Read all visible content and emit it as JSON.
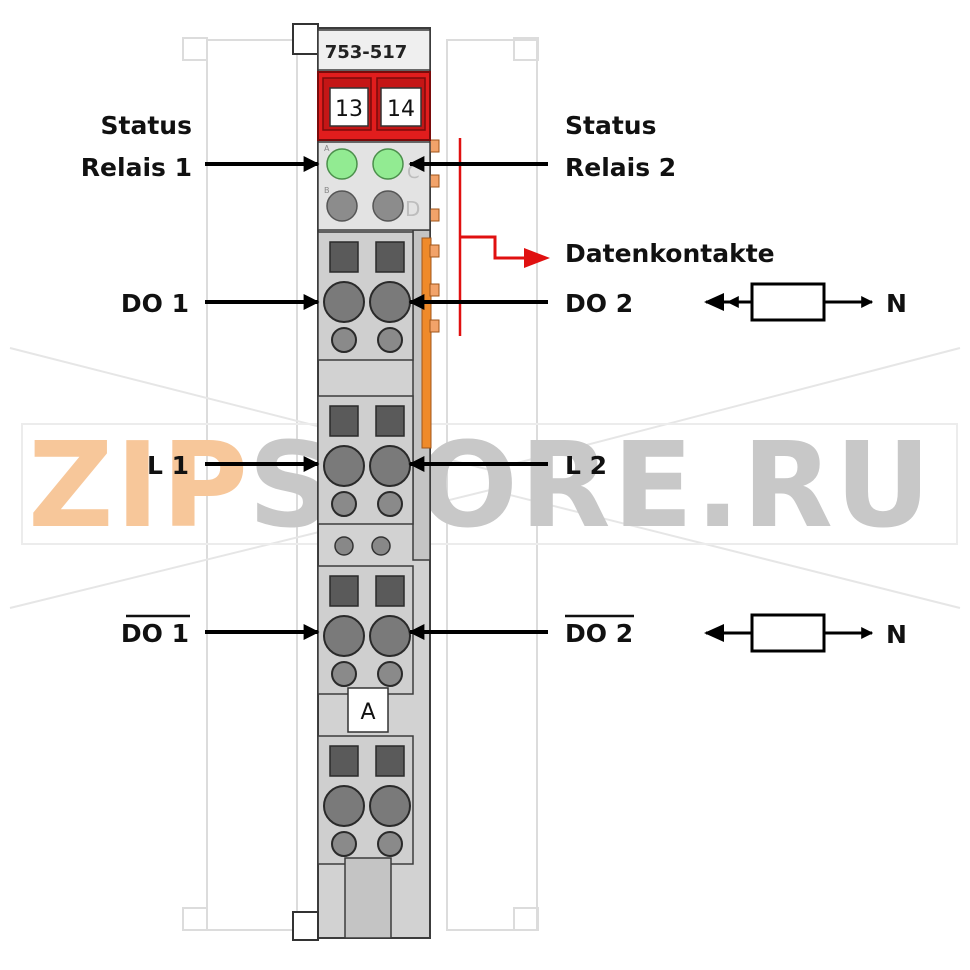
{
  "module": {
    "model": "753-517",
    "terminal_markers": [
      "13",
      "14"
    ],
    "bottom_marker": "A",
    "led_letters": [
      "A",
      "B",
      "C",
      "D"
    ]
  },
  "labels": {
    "status_left_1": "Status",
    "status_left_2": "Relais 1",
    "status_right_1": "Status",
    "status_right_2": "Relais 2",
    "datenkontakte": "Datenkontakte",
    "do1": "DO 1",
    "do2": "DO 2",
    "l1": "L 1",
    "l2": "L 2",
    "do1_inv": "DO 1",
    "do2_inv": "DO 2",
    "n_top": "N",
    "n_bottom": "N"
  },
  "watermark": {
    "left": "ZIP",
    "right": "STORE.RU"
  },
  "colors": {
    "housing": "#d2d2d2",
    "outline": "#3c3c3c",
    "marker_red": "#e11d1d",
    "led_on": "#92eb92",
    "led_off": "#8c8c8c",
    "contact_orange": "#ef8a2a",
    "arrow": "#000000",
    "data_arrow": "#e01010",
    "watermark_orange": "#f7c79a",
    "watermark_gray": "#c8c8c8"
  }
}
